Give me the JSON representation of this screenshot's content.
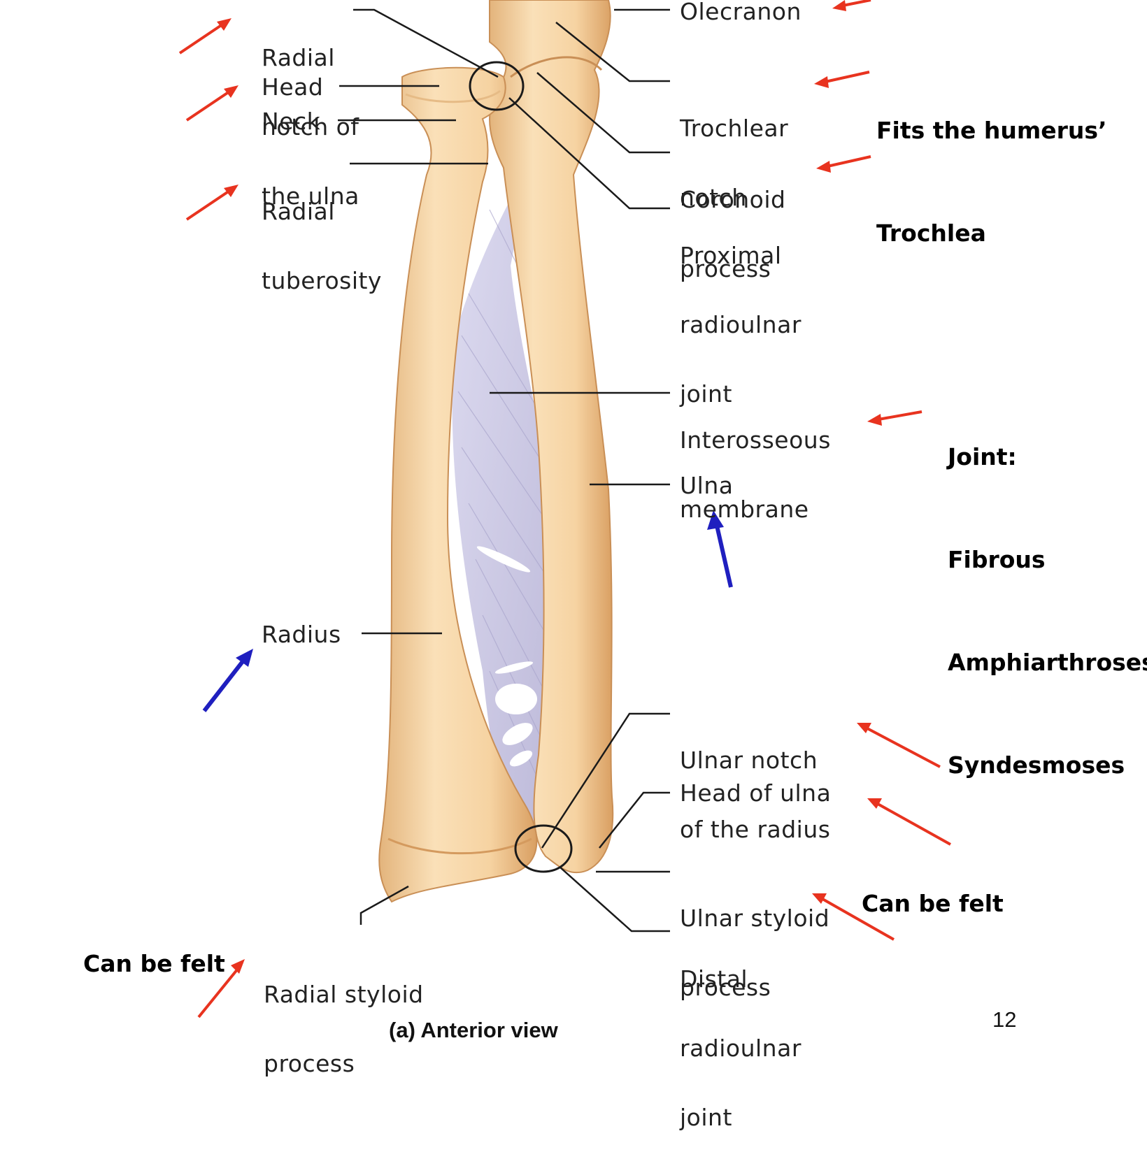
{
  "labels": {
    "radial_notch": [
      "Radial",
      "notch of",
      "the ulna"
    ],
    "head": "Head",
    "neck": "Neck",
    "radial_tuberosity": [
      "Radial",
      "tuberosity"
    ],
    "radius": "Radius",
    "radial_styloid": [
      "Radial styloid",
      "process"
    ],
    "olecranon": "Olecranon",
    "trochlear_notch": [
      "Trochlear",
      "notch"
    ],
    "coronoid_process": [
      "Coronoid",
      "process"
    ],
    "proximal_radioulnar_joint": [
      "Proximal",
      "radioulnar",
      "joint"
    ],
    "interosseous_membrane": [
      "Interosseous",
      "membrane"
    ],
    "ulna": "Ulna",
    "ulnar_notch": [
      "Ulnar notch",
      "of the radius"
    ],
    "head_of_ulna": "Head of ulna",
    "ulnar_styloid": [
      "Ulnar styloid",
      "process"
    ],
    "distal_radioulnar_joint": [
      "Distal",
      "radioulnar",
      "joint"
    ]
  },
  "notes": {
    "humerus": [
      "Fits the humerus’",
      "Trochlea"
    ],
    "joint": [
      "Joint:",
      "Fibrous",
      "Amphiarthroses",
      "Syndesmoses"
    ],
    "felt_right": "Can be felt",
    "felt_left": "Can be felt"
  },
  "caption": "(a) Anterior view",
  "page_number": "12",
  "colors": {
    "bone": "#f5cf9c",
    "bone_shadow": "#d9a26a",
    "membrane": "#c9c6e0",
    "red_arrow": "#e8331f",
    "blue_arrow": "#1f1fbf",
    "leader": "#1a1a1a"
  }
}
